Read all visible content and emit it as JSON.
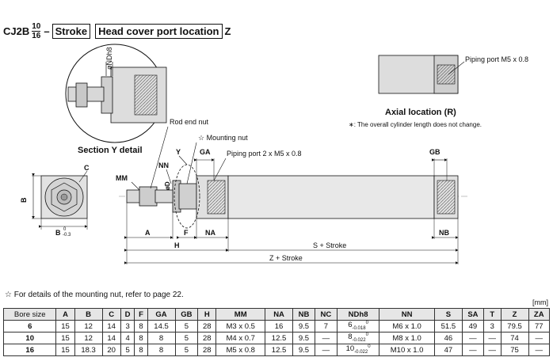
{
  "header": {
    "model_prefix": "CJ2B",
    "bore_top": "10",
    "bore_bottom": "16",
    "dash": "–",
    "stroke_box": "Stroke",
    "port_box": "Head cover port location",
    "suffix": "Z"
  },
  "drawing": {
    "nd_label": "øNDh8",
    "section_title": "Section Y detail",
    "axial_title": "Axial location (R)",
    "axial_port": "Piping port M5 x 0.8",
    "axial_note": "∗: The overall cylinder length does not change.",
    "rod_end_nut": "Rod end nut",
    "mounting_nut": "☆ Mounting nut",
    "piping_port": "Piping port 2 x M5 x 0.8",
    "labels": {
      "c": "C",
      "b": "B",
      "b_sub": "-0.3",
      "b_sup": "0",
      "mm": "MM",
      "nn": "NN",
      "d": "øD",
      "y": "Y",
      "ga": "GA",
      "gb": "GB",
      "a": "A",
      "f": "F",
      "na": "NA",
      "nb": "NB",
      "h": "H",
      "s_stroke": "S + Stroke",
      "z_stroke": "Z + Stroke"
    }
  },
  "note": "☆ For details of the mounting nut, refer to page 22.",
  "unit": "[mm]",
  "table": {
    "headers": [
      "Bore size",
      "A",
      "B",
      "C",
      "D",
      "F",
      "GA",
      "GB",
      "H",
      "MM",
      "NA",
      "NB",
      "NC",
      "NDh8",
      "NN",
      "S",
      "SA",
      "T",
      "Z",
      "ZA"
    ],
    "rows": [
      {
        "bore": "6",
        "a": "15",
        "b": "12",
        "c": "14",
        "d": "3",
        "f": "8",
        "ga": "14.5",
        "gb": "5",
        "h": "28",
        "mm": "M3 x 0.5",
        "na": "16",
        "nb": "9.5",
        "nc": "7",
        "nd_main": "6",
        "nd_sup": "0",
        "nd_sub": "-0.018",
        "nn": "M6 x 1.0",
        "s": "51.5",
        "sa": "49",
        "t": "3",
        "z": "79.5",
        "za": "77"
      },
      {
        "bore": "10",
        "a": "15",
        "b": "12",
        "c": "14",
        "d": "4",
        "f": "8",
        "ga": "8",
        "gb": "5",
        "h": "28",
        "mm": "M4 x 0.7",
        "na": "12.5",
        "nb": "9.5",
        "nc": "—",
        "nd_main": "8",
        "nd_sup": "0",
        "nd_sub": "-0.022",
        "nn": "M8 x 1.0",
        "s": "46",
        "sa": "—",
        "t": "—",
        "z": "74",
        "za": "—"
      },
      {
        "bore": "16",
        "a": "15",
        "b": "18.3",
        "c": "20",
        "d": "5",
        "f": "8",
        "ga": "8",
        "gb": "5",
        "h": "28",
        "mm": "M5 x 0.8",
        "na": "12.5",
        "nb": "9.5",
        "nc": "—",
        "nd_main": "10",
        "nd_sup": "0",
        "nd_sub": "-0.022",
        "nn": "M10 x 1.0",
        "s": "47",
        "sa": "—",
        "t": "—",
        "z": "75",
        "za": "—"
      }
    ]
  }
}
